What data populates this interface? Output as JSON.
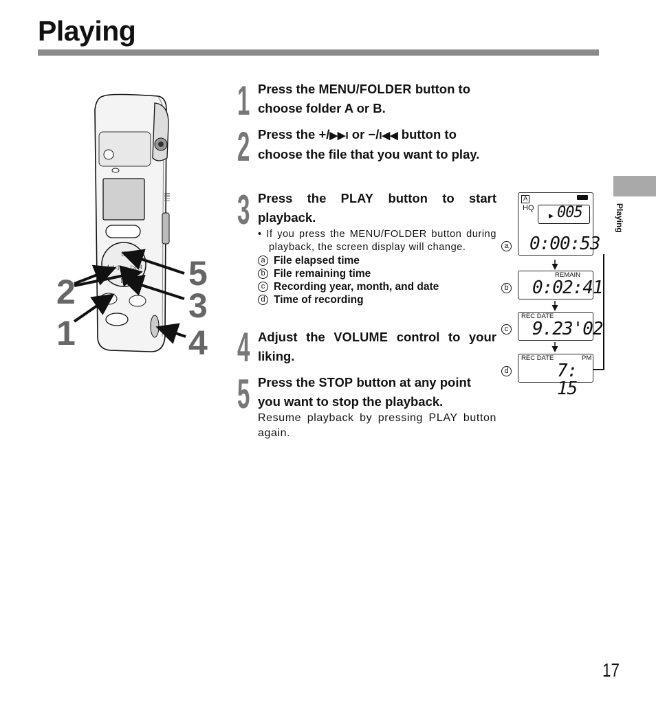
{
  "page": {
    "title": "Playing",
    "side_tab": "Playing",
    "page_number": "17"
  },
  "callouts": [
    "2",
    "1",
    "5",
    "3",
    "4"
  ],
  "steps": [
    {
      "num": "1",
      "pre": "Press the ",
      "keyword": "MENU/FOLDER",
      "post": " button to choose folder A or B."
    },
    {
      "num": "2",
      "pre": "Press the ",
      "keyword": "+/",
      "sym1": "▶▶I",
      "mid": " or ",
      "keyword2": "−/",
      "sym2": "I◀◀",
      "post": " button to choose the file that you want to play."
    },
    {
      "num": "3",
      "pre": "Press the ",
      "keyword": "PLAY",
      "post": " button to start playback.",
      "bullet": "• If you press the MENU/FOLDER button during playback, the screen display will change.",
      "items": [
        {
          "mark": "a",
          "label": "File elapsed time"
        },
        {
          "mark": "b",
          "label": "File remaining time"
        },
        {
          "mark": "c",
          "label": "Recording year, month, and date"
        },
        {
          "mark": "d",
          "label": "Time of recording"
        }
      ]
    },
    {
      "num": "4",
      "pre": "Adjust the ",
      "keyword": "VOLUME",
      "post": " control to your liking."
    },
    {
      "num": "5",
      "pre": "Press the ",
      "keyword": "STOP",
      "post": " button at any point you want to stop the playback.",
      "note": "Resume playback by pressing PLAY button again."
    }
  ],
  "displays": {
    "a": {
      "mark": "a",
      "folder": "A",
      "quality": "HQ",
      "file": "005",
      "time": "0:00:53"
    },
    "b": {
      "mark": "b",
      "label": "REMAIN",
      "time": "0:02:41"
    },
    "c": {
      "mark": "c",
      "label": "REC DATE",
      "date": "9.23'02"
    },
    "d": {
      "mark": "d",
      "label": "REC DATE",
      "ampm": "PM",
      "time": "7: 15"
    }
  }
}
